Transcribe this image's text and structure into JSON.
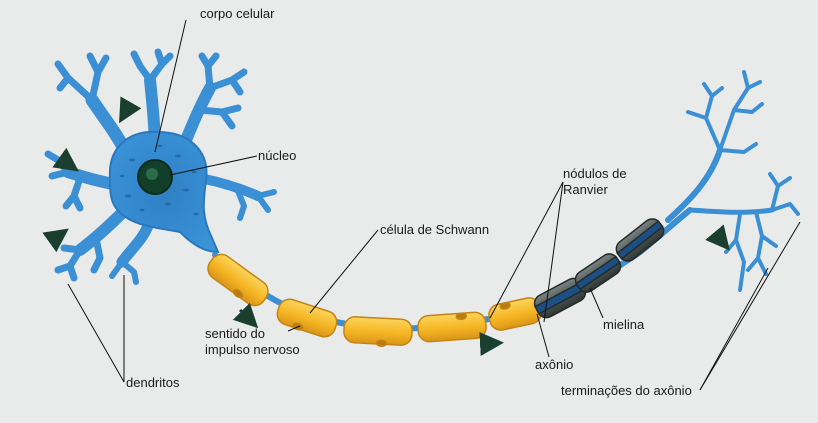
{
  "labels": {
    "corpo_celular": "corpo celular",
    "nucleo": "núcleo",
    "nodulos_line1": "nódulos de",
    "nodulos_line2": "Ranvier",
    "celula_schwann": "célula de Schwann",
    "sentido_line1": "sentido do",
    "sentido_line2": "impulso nervoso",
    "mielina": "mielina",
    "axonio": "axônio",
    "dendritos": "dendritos",
    "terminacoes": "terminações do axônio"
  },
  "colors": {
    "background": "#e9ebea",
    "neuron_blue": "#3b8fd4",
    "neuron_dark": "#1f5e9c",
    "nucleus": "#123f2a",
    "schwann_yellow": "#f5b523",
    "schwann_light": "#fbd55c",
    "myelin_gray": "#4d5756",
    "arrow": "#1b3f2e"
  }
}
